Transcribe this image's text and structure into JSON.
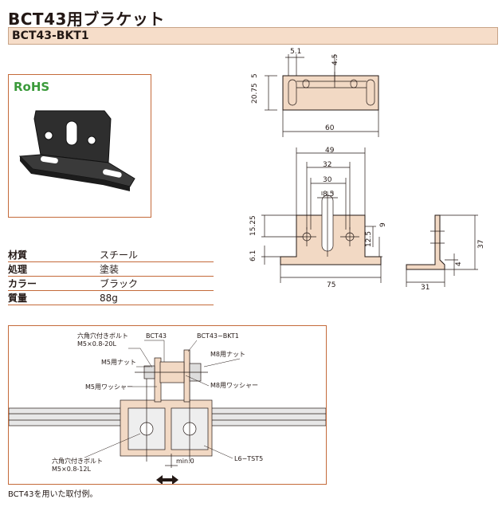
{
  "title": "BCT43用ブラケット",
  "part_number": "BCT43-BKT1",
  "rohs": "RoHS",
  "specs": [
    {
      "label": "材質",
      "value": "スチール"
    },
    {
      "label": "処理",
      "value": "塗装"
    },
    {
      "label": "カラー",
      "value": "ブラック"
    },
    {
      "label": "質量",
      "value": "88g"
    }
  ],
  "dims": {
    "d5_1": "5.1",
    "d4_5": "4.5",
    "d20_75": "20.75",
    "d5": "5",
    "d60": "60",
    "d49": "49",
    "d32": "32",
    "d30": "30",
    "d8_5": "8.5",
    "d15_25": "15.25",
    "d6_1": "6.1",
    "d12_5": "12.5",
    "d9": "9",
    "d75": "75",
    "d37": "37",
    "d4": "4",
    "d31": "31"
  },
  "example": {
    "label_bolt_20": "六角穴付きボルト",
    "label_bolt_20_size": "M5×0.8-20L",
    "label_bct43": "BCT43",
    "label_bkt1": "BCT43−BKT1",
    "label_m5nut": "M5用ナット",
    "label_m8nut": "M8用ナット",
    "label_m5washer": "M5用ワッシャー",
    "label_m8washer": "M8用ワッシャー",
    "label_bolt_12": "六角穴付きボルト",
    "label_bolt_12_size": "M5×0.8-12L",
    "label_min0": "min.0",
    "label_tst5": "L6−TST5"
  },
  "caption": "BCT43を用いた取付例。",
  "colors": {
    "accent": "#c46a3a",
    "header_bg": "#f6ddc9",
    "part_fill": "#f2d9c4",
    "rohs": "#3a9a3a"
  }
}
